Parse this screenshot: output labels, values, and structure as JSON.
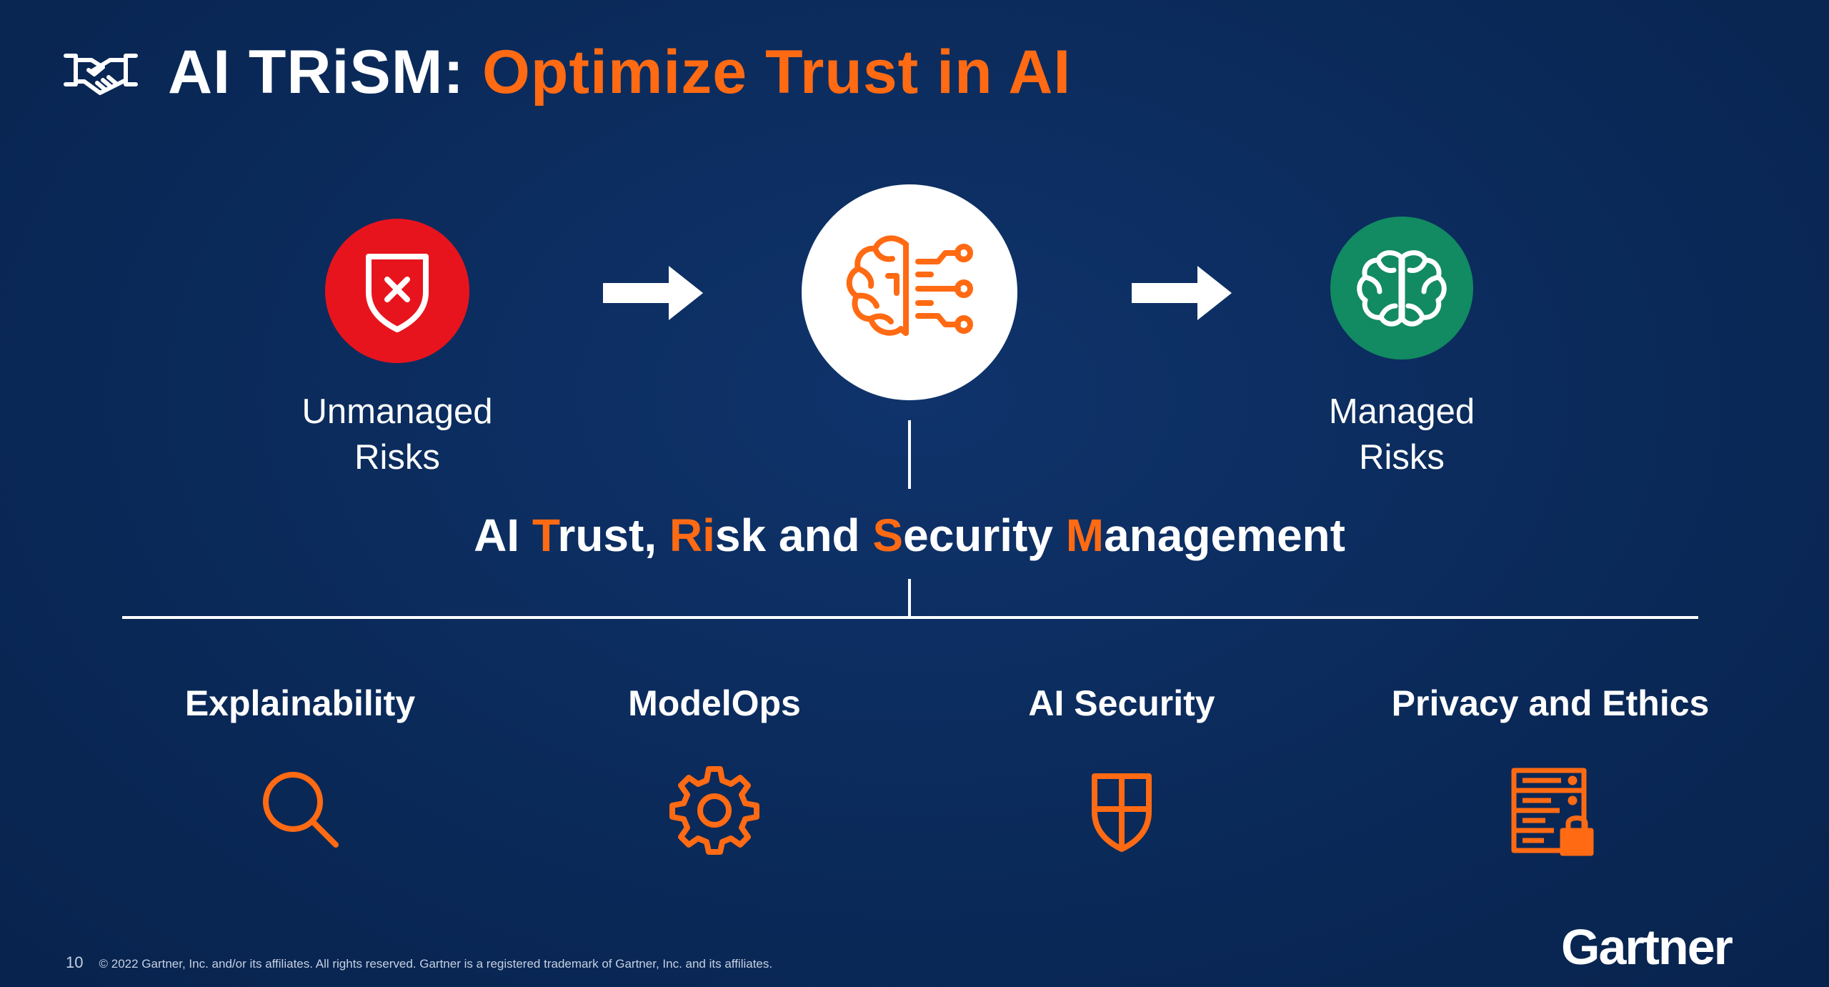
{
  "title": {
    "prefix": "AI TRiSM:",
    "accent": "Optimize Trust in AI"
  },
  "flow": {
    "unmanaged": {
      "line1": "Unmanaged",
      "line2": "Risks"
    },
    "managed": {
      "line1": "Managed",
      "line2": "Risks"
    }
  },
  "subtitle": {
    "p1": "AI ",
    "t": "T",
    "p2": "rust, ",
    "r": "Ri",
    "p3": "sk and ",
    "s": "S",
    "p4": "ecurity ",
    "m": "M",
    "p5": "anagement"
  },
  "pillars": [
    {
      "label": "Explainability",
      "icon": "magnifier-icon"
    },
    {
      "label": "ModelOps",
      "icon": "gear-icon"
    },
    {
      "label": "AI Security",
      "icon": "shield-icon"
    },
    {
      "label": "Privacy and Ethics",
      "icon": "server-lock-icon"
    }
  ],
  "footer": {
    "page": "10",
    "copyright": "© 2022 Gartner, Inc. and/or its affiliates. All rights reserved. Gartner is a registered trademark of Gartner, Inc. and its affiliates."
  },
  "logo": "Gartner",
  "colors": {
    "background": "#0b2a5c",
    "accent": "#ff6a13",
    "risk_red": "#e8141d",
    "managed_green": "#128a62"
  }
}
